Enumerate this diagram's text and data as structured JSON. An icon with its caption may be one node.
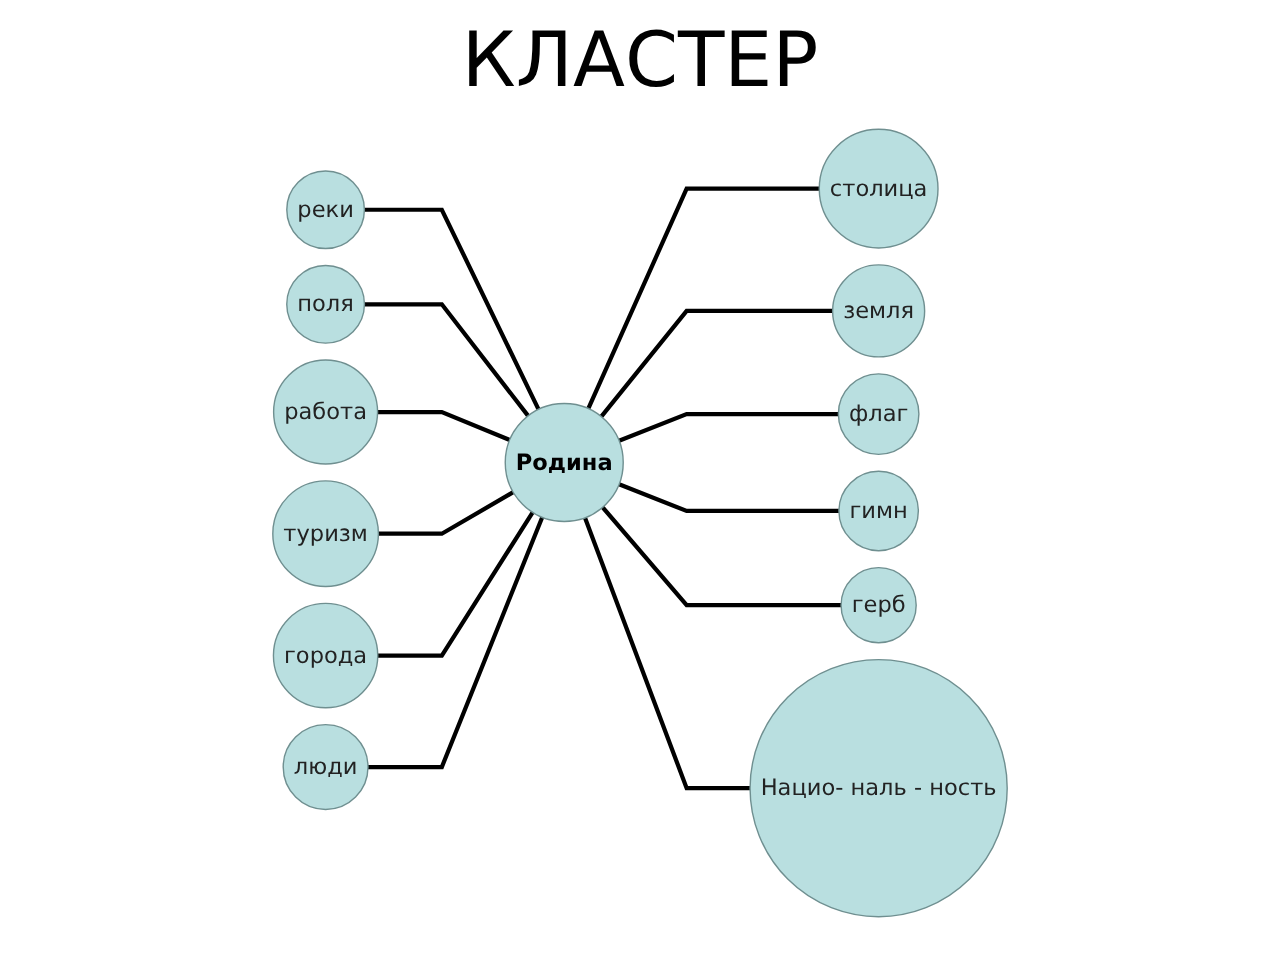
{
  "diagram": {
    "title": "КЛАСТЕР",
    "nodes": [
      {
        "text": [
          "Родина"
        ]
      },
      {
        "text": [
          "столица"
        ]
      },
      {
        "text": [
          "земля"
        ]
      },
      {
        "text": [
          "флаг"
        ]
      },
      {
        "text": [
          "гимн"
        ]
      },
      {
        "text": [
          "герб"
        ]
      },
      {
        "text": [
          "Нацио- наль - ность"
        ]
      },
      {
        "text": [
          "реки"
        ]
      },
      {
        "text": [
          "поля"
        ]
      },
      {
        "text": [
          "работа"
        ]
      },
      {
        "text": [
          "туризм"
        ]
      },
      {
        "text": [
          "города"
        ]
      },
      {
        "text": [
          "люди"
        ]
      }
    ],
    "edges": [
      {
        "from": 0,
        "to": 1,
        "arrow": "none"
      },
      {
        "from": 0,
        "to": 2,
        "arrow": "none"
      },
      {
        "from": 0,
        "to": 3,
        "arrow": "none"
      },
      {
        "from": 0,
        "to": 4,
        "arrow": "none"
      },
      {
        "from": 0,
        "to": 5,
        "arrow": "none"
      },
      {
        "from": 0,
        "to": 6,
        "arrow": "none"
      },
      {
        "from": 0,
        "to": 7,
        "arrow": "none"
      },
      {
        "from": 0,
        "to": 8,
        "arrow": "none"
      },
      {
        "from": 0,
        "to": 9,
        "arrow": "none"
      },
      {
        "from": 0,
        "to": 10,
        "arrow": "none"
      },
      {
        "from": 0,
        "to": 11,
        "arrow": "none"
      },
      {
        "from": 0,
        "to": 12,
        "arrow": "none"
      }
    ]
  }
}
